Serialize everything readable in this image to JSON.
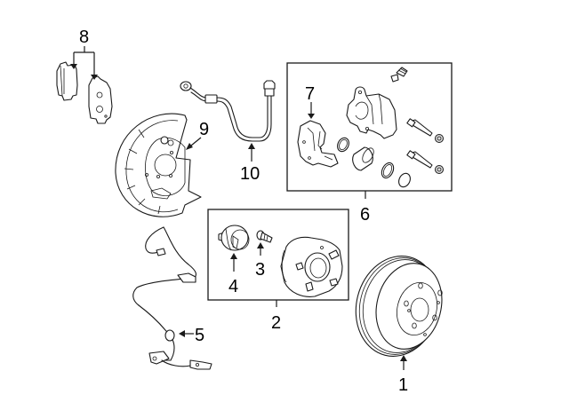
{
  "diagram": {
    "title": "Rear Brake Components",
    "callouts": [
      {
        "id": "1",
        "label": "1",
        "part": "Rotor"
      },
      {
        "id": "2",
        "label": "2",
        "part": "Hub & Bearing Assembly"
      },
      {
        "id": "3",
        "label": "3",
        "part": "Hub Bolt"
      },
      {
        "id": "4",
        "label": "4",
        "part": "Dust Cap"
      },
      {
        "id": "5",
        "label": "5",
        "part": "ABS Sensor"
      },
      {
        "id": "6",
        "label": "6",
        "part": "Caliper Assembly"
      },
      {
        "id": "7",
        "label": "7",
        "part": "Caliper Support"
      },
      {
        "id": "8",
        "label": "8",
        "part": "Brake Pads"
      },
      {
        "id": "9",
        "label": "9",
        "part": "Splash Shield"
      },
      {
        "id": "10",
        "label": "10",
        "part": "Brake Hose"
      }
    ]
  }
}
